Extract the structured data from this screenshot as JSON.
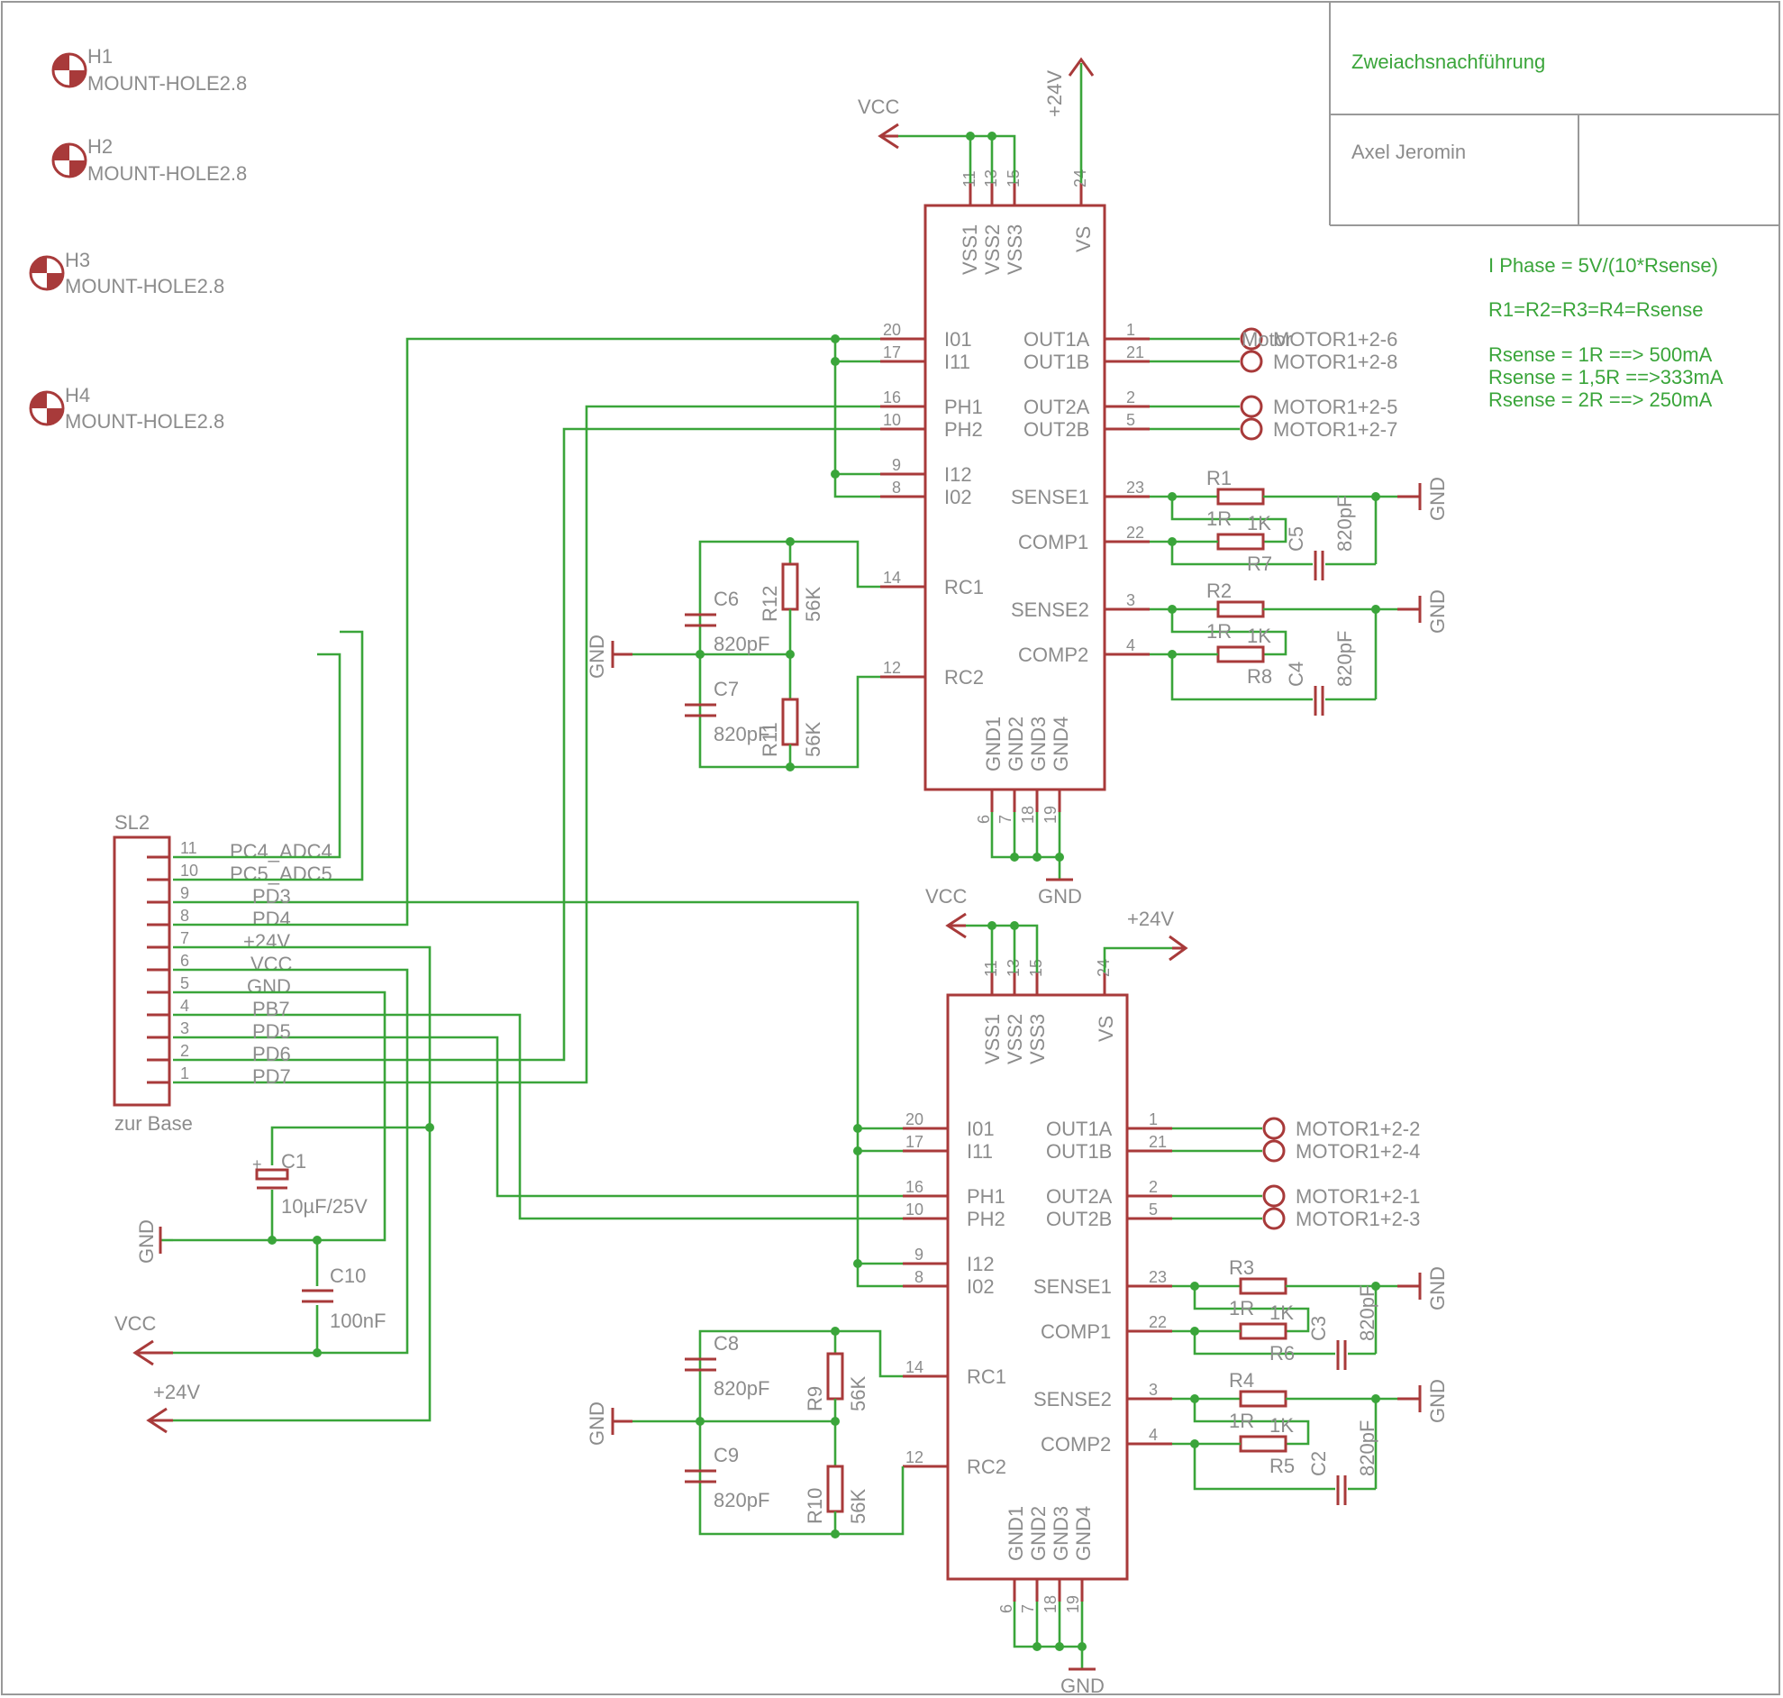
{
  "title_block": {
    "title": "Zweiachsnachführung",
    "author": "Axel Jeromin"
  },
  "notes": [
    "I Phase = 5V/(10*Rsense)",
    "R1=R2=R3=R4=Rsense",
    "Rsense = 1R ==> 500mA",
    "Rsense = 1,5R ==>333mA",
    "Rsense = 2R ==> 250mA"
  ],
  "mount_holes": [
    {
      "name": "H1",
      "value": "MOUNT-HOLE2.8"
    },
    {
      "name": "H2",
      "value": "MOUNT-HOLE2.8"
    },
    {
      "name": "H3",
      "value": "MOUNT-HOLE2.8"
    },
    {
      "name": "H4",
      "value": "MOUNT-HOLE2.8"
    }
  ],
  "power": {
    "vcc": "VCC",
    "v24": "+24V",
    "gnd": "GND"
  },
  "ic_pins": {
    "vss": [
      "VSS1",
      "VSS2",
      "VSS3"
    ],
    "vs": "VS",
    "vss_nums": [
      "11",
      "13",
      "15"
    ],
    "vs_num": "24",
    "left": [
      {
        "name": "I01",
        "num": "20"
      },
      {
        "name": "I11",
        "num": "17"
      },
      {
        "name": "PH1",
        "num": "16"
      },
      {
        "name": "PH2",
        "num": "10"
      },
      {
        "name": "I12",
        "num": "9"
      },
      {
        "name": "I02",
        "num": "8"
      },
      {
        "name": "RC1",
        "num": "14"
      },
      {
        "name": "RC2",
        "num": "12"
      }
    ],
    "right": [
      {
        "name": "OUT1A",
        "num": "1"
      },
      {
        "name": "OUT1B",
        "num": "21"
      },
      {
        "name": "OUT2A",
        "num": "2"
      },
      {
        "name": "OUT2B",
        "num": "5"
      },
      {
        "name": "SENSE1",
        "num": "23"
      },
      {
        "name": "COMP1",
        "num": "22"
      },
      {
        "name": "SENSE2",
        "num": "3"
      },
      {
        "name": "COMP2",
        "num": "4"
      }
    ],
    "gnd": [
      "GND1",
      "GND2",
      "GND3",
      "GND4"
    ],
    "gnd_nums": [
      "6",
      "7",
      "18",
      "19"
    ]
  },
  "ic1": {
    "outputs": [
      "MOTOR1+2-6",
      "MOTOR1+2-8",
      "MOTOR1+2-5",
      "MOTOR1+2-7"
    ],
    "overlap_label": "Motor",
    "sense_r": [
      "R1",
      "1R",
      "R2",
      "1R"
    ],
    "comp_r": [
      "R7",
      "1K",
      "R8",
      "1K"
    ],
    "caps_right": [
      "C5",
      "820pF",
      "C4",
      "820pF"
    ],
    "rc_caps": [
      "C6",
      "820pF",
      "C7",
      "820pF"
    ],
    "rc_res": [
      "R12",
      "56K",
      "R11",
      "56K"
    ]
  },
  "ic2": {
    "outputs": [
      "MOTOR1+2-2",
      "MOTOR1+2-4",
      "MOTOR1+2-1",
      "MOTOR1+2-3"
    ],
    "sense_r": [
      "R3",
      "1R",
      "R4",
      "1R"
    ],
    "comp_r": [
      "R6",
      "1K",
      "R5",
      "1K"
    ],
    "caps_right": [
      "C3",
      "820pF",
      "C2",
      "820pF"
    ],
    "rc_caps": [
      "C8",
      "820pF",
      "C9",
      "820pF"
    ],
    "rc_res": [
      "R9",
      "56K",
      "R10",
      "56K"
    ]
  },
  "connector": {
    "name": "SL2",
    "label": "zur Base",
    "pins": [
      {
        "num": "11",
        "sig": "PC4_ADC4"
      },
      {
        "num": "10",
        "sig": "PC5_ADC5"
      },
      {
        "num": "9",
        "sig": "PD3"
      },
      {
        "num": "8",
        "sig": "PD4"
      },
      {
        "num": "7",
        "sig": "+24V"
      },
      {
        "num": "6",
        "sig": "VCC"
      },
      {
        "num": "5",
        "sig": "GND"
      },
      {
        "num": "4",
        "sig": "PB7"
      },
      {
        "num": "3",
        "sig": "PD5"
      },
      {
        "num": "2",
        "sig": "PD6"
      },
      {
        "num": "1",
        "sig": "PD7"
      }
    ]
  },
  "supply_caps": [
    {
      "name": "C1",
      "value": "10µF/25V"
    },
    {
      "name": "C10",
      "value": "100nF"
    }
  ]
}
